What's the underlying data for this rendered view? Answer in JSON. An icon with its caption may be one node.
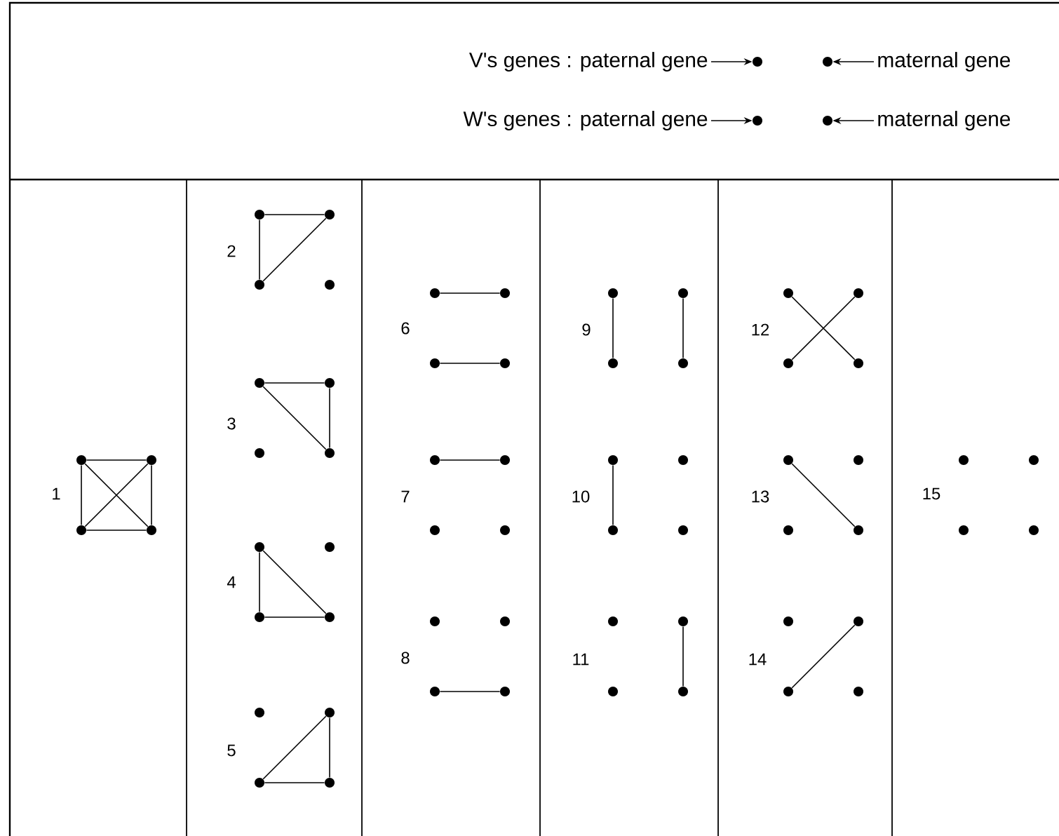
{
  "diagram": {
    "nodes": [
      {
        "text": [
          "V's genes : paternal gene"
        ]
      },
      {
        "text": [],
        "shape": "circle"
      },
      {
        "text": [],
        "shape": "circle"
      },
      {
        "text": [
          "maternal gene"
        ]
      },
      {
        "text": [
          "W's genes : paternal gene"
        ]
      },
      {
        "text": [],
        "shape": "circle"
      },
      {
        "text": [],
        "shape": "circle"
      },
      {
        "text": [
          "maternal gene"
        ]
      },
      {
        "text": [],
        "shape": "circle"
      },
      {
        "text": [],
        "shape": "circle"
      },
      {
        "text": [],
        "shape": "circle"
      },
      {
        "text": [],
        "shape": "circle"
      },
      {
        "text": [],
        "shape": "circle"
      },
      {
        "text": [],
        "shape": "circle"
      },
      {
        "text": [],
        "shape": "circle"
      },
      {
        "text": [],
        "shape": "circle"
      },
      {
        "text": [],
        "shape": "circle"
      },
      {
        "text": [],
        "shape": "circle"
      },
      {
        "text": [],
        "shape": "circle"
      },
      {
        "text": [],
        "shape": "circle"
      },
      {
        "text": [],
        "shape": "circle"
      },
      {
        "text": [],
        "shape": "circle"
      },
      {
        "text": [],
        "shape": "circle"
      },
      {
        "text": [],
        "shape": "circle"
      },
      {
        "text": [],
        "shape": "circle"
      },
      {
        "text": [],
        "shape": "circle"
      },
      {
        "text": [],
        "shape": "circle"
      },
      {
        "text": [],
        "shape": "circle"
      },
      {
        "text": [],
        "shape": "circle"
      },
      {
        "text": [],
        "shape": "circle"
      },
      {
        "text": [],
        "shape": "circle"
      },
      {
        "text": [],
        "shape": "circle"
      },
      {
        "text": [],
        "shape": "circle"
      },
      {
        "text": [],
        "shape": "circle"
      },
      {
        "text": [],
        "shape": "circle"
      },
      {
        "text": [],
        "shape": "circle"
      },
      {
        "text": [],
        "shape": "circle"
      },
      {
        "text": [],
        "shape": "circle"
      },
      {
        "text": [],
        "shape": "circle"
      },
      {
        "text": [],
        "shape": "circle"
      },
      {
        "text": [],
        "shape": "circle"
      },
      {
        "text": [],
        "shape": "circle"
      },
      {
        "text": [],
        "shape": "circle"
      },
      {
        "text": [],
        "shape": "circle"
      },
      {
        "text": [],
        "shape": "circle"
      },
      {
        "text": [],
        "shape": "circle"
      },
      {
        "text": [],
        "shape": "circle"
      },
      {
        "text": [],
        "shape": "circle"
      },
      {
        "text": [],
        "shape": "circle"
      },
      {
        "text": [],
        "shape": "circle"
      },
      {
        "text": [],
        "shape": "circle"
      },
      {
        "text": [],
        "shape": "circle"
      },
      {
        "text": [],
        "shape": "circle"
      },
      {
        "text": [],
        "shape": "circle"
      },
      {
        "text": [],
        "shape": "circle"
      },
      {
        "text": [],
        "shape": "circle"
      },
      {
        "text": [],
        "shape": "circle"
      },
      {
        "text": [],
        "shape": "circle"
      },
      {
        "text": [],
        "shape": "circle"
      },
      {
        "text": [],
        "shape": "circle"
      },
      {
        "text": [],
        "shape": "circle"
      },
      {
        "text": [],
        "shape": "circle"
      },
      {
        "text": [],
        "shape": "circle"
      },
      {
        "text": [],
        "shape": "circle"
      },
      {
        "text": [],
        "shape": "circle"
      },
      {
        "text": [],
        "shape": "circle"
      },
      {
        "text": [],
        "shape": "circle"
      },
      {
        "text": [],
        "shape": "circle"
      }
    ],
    "edges": [
      {
        "from": 0,
        "to": 1,
        "arrow": "to"
      },
      {
        "from": 3,
        "to": 2,
        "arrow": "to"
      },
      {
        "from": 4,
        "to": 5,
        "arrow": "to"
      },
      {
        "from": 7,
        "to": 6,
        "arrow": "to"
      },
      {
        "from": 8,
        "to": 9,
        "arrow": "none"
      },
      {
        "from": 10,
        "to": 11,
        "arrow": "none"
      },
      {
        "from": 8,
        "to": 10,
        "arrow": "none"
      },
      {
        "from": 9,
        "to": 11,
        "arrow": "none"
      },
      {
        "from": 8,
        "to": 11,
        "arrow": "none"
      },
      {
        "from": 9,
        "to": 10,
        "arrow": "none"
      },
      {
        "from": 12,
        "to": 13,
        "arrow": "none"
      },
      {
        "from": 12,
        "to": 14,
        "arrow": "none"
      },
      {
        "from": 13,
        "to": 14,
        "arrow": "none"
      },
      {
        "from": 16,
        "to": 17,
        "arrow": "none"
      },
      {
        "from": 17,
        "to": 19,
        "arrow": "none"
      },
      {
        "from": 16,
        "to": 19,
        "arrow": "none"
      },
      {
        "from": 20,
        "to": 22,
        "arrow": "none"
      },
      {
        "from": 22,
        "to": 23,
        "arrow": "none"
      },
      {
        "from": 20,
        "to": 23,
        "arrow": "none"
      },
      {
        "from": 25,
        "to": 27,
        "arrow": "none"
      },
      {
        "from": 26,
        "to": 27,
        "arrow": "none"
      },
      {
        "from": 25,
        "to": 26,
        "arrow": "none"
      },
      {
        "from": 28,
        "to": 29,
        "arrow": "none"
      },
      {
        "from": 30,
        "to": 31,
        "arrow": "none"
      },
      {
        "from": 32,
        "to": 33,
        "arrow": "none"
      },
      {
        "from": 38,
        "to": 39,
        "arrow": "none"
      },
      {
        "from": 40,
        "to": 42,
        "arrow": "none"
      },
      {
        "from": 41,
        "to": 43,
        "arrow": "none"
      },
      {
        "from": 44,
        "to": 46,
        "arrow": "none"
      },
      {
        "from": 49,
        "to": 51,
        "arrow": "none"
      },
      {
        "from": 52,
        "to": 55,
        "arrow": "none"
      },
      {
        "from": 53,
        "to": 54,
        "arrow": "none"
      },
      {
        "from": 56,
        "to": 59,
        "arrow": "none"
      },
      {
        "from": 61,
        "to": 62,
        "arrow": "none"
      }
    ],
    "labels": [
      "1",
      "2",
      "3",
      "4",
      "5",
      "6",
      "7",
      "8",
      "9",
      "10",
      "11",
      "12",
      "13",
      "14",
      "15"
    ]
  }
}
